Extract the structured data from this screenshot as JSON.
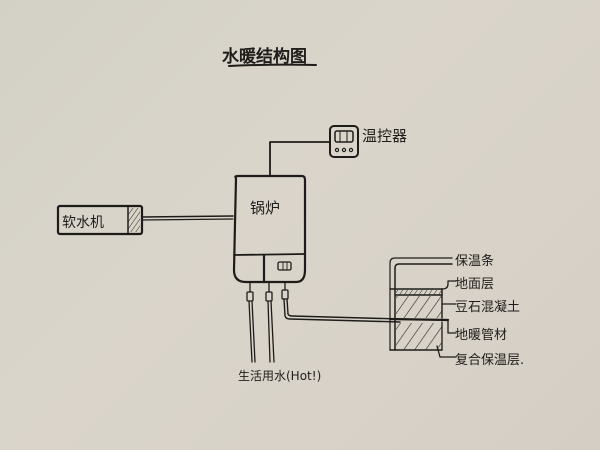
{
  "diagram": {
    "title": "水暖结构图",
    "components": {
      "thermostat": {
        "label": "温控器",
        "icon": "thermostat-icon"
      },
      "water_softener": {
        "label": "软水机",
        "icon": "water-softener-icon"
      },
      "boiler": {
        "label": "锅炉",
        "icon": "boiler-icon"
      },
      "domestic_water": {
        "label": "生活用水(Hot!)"
      }
    },
    "floor_layers": [
      {
        "label": "保温条"
      },
      {
        "label": "地面层"
      },
      {
        "label": "豆石混凝土"
      },
      {
        "label": "地暖管材"
      },
      {
        "label": "复合保温层."
      }
    ],
    "colors": {
      "paper": "#d8d3c9",
      "ink": "#1e1c1a"
    }
  }
}
